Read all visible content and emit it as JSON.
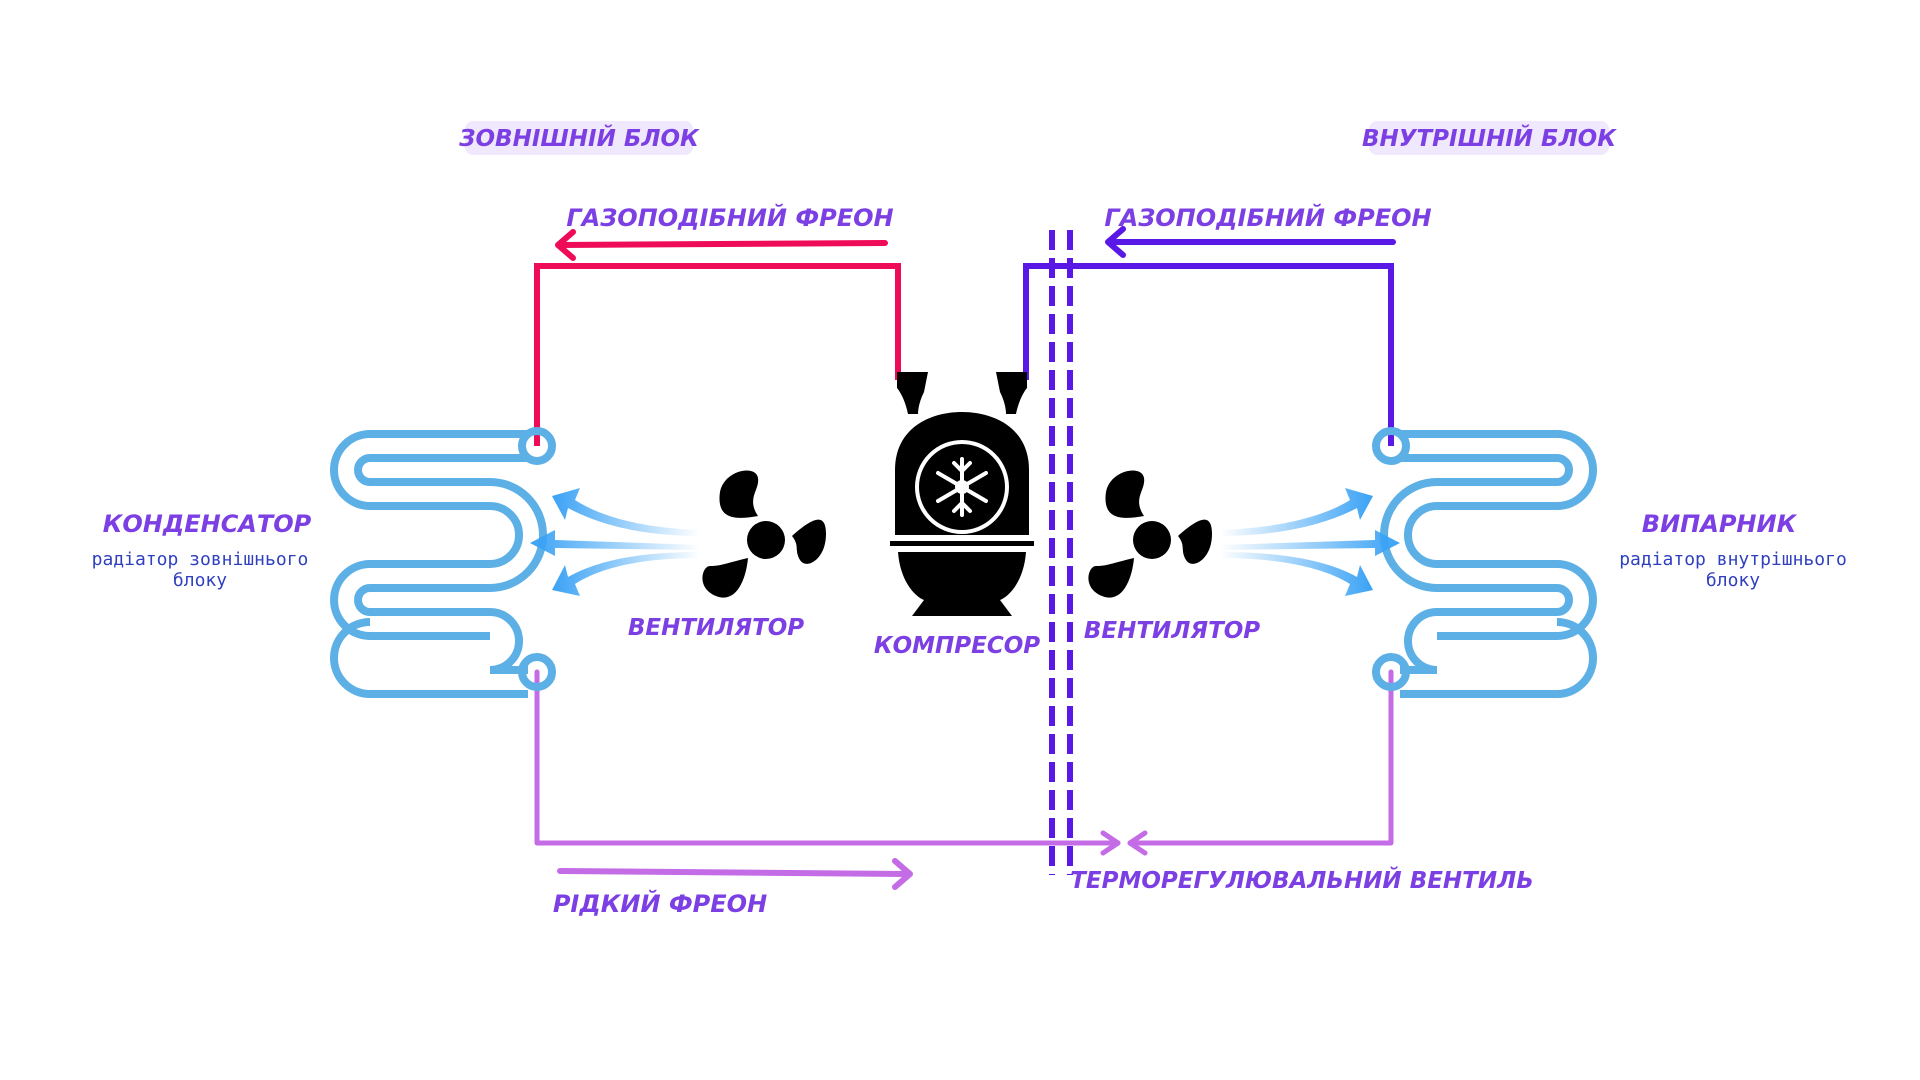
{
  "diagram": {
    "title": "Split air conditioner refrigerant cycle",
    "sections": {
      "outdoor": "ЗОВНІШНІЙ БЛОК",
      "indoor": "ВНУТРІШНІЙ БЛОК"
    },
    "flows": {
      "gas_outdoor": "ГАЗОПОДІБНИЙ ФРЕОН",
      "gas_indoor": "ГАЗОПОДІБНИЙ  ФРЕОН",
      "liquid": "РІДКИЙ ФРЕОН"
    },
    "components": {
      "condenser": {
        "title": "КОНДЕНСАТОР",
        "subtitle_1": "радіатор зовнішнього",
        "subtitle_2": "блоку"
      },
      "evaporator": {
        "title": "ВИПАРНИК",
        "subtitle_1": "радіатор внутрішнього",
        "subtitle_2": "блоку"
      },
      "fan_outdoor": "ВЕНТИЛЯТОР",
      "fan_indoor": "ВЕНТИЛЯТОР",
      "compressor": "КОМПРЕСОР",
      "valve": "ТЕРМОРЕГУЛЮВАЛЬНИЙ ВЕНТИЛЬ"
    },
    "colors": {
      "hot_gas": "#ee0b58",
      "cold_gas": "#5a18e6",
      "liquid": "#c46be6",
      "coil": "#5cb0e6",
      "air": "#3aa2f5",
      "label": "#7b3fe4",
      "badge_bg": "#f0e8fd",
      "partition": "#5a18e6"
    }
  }
}
